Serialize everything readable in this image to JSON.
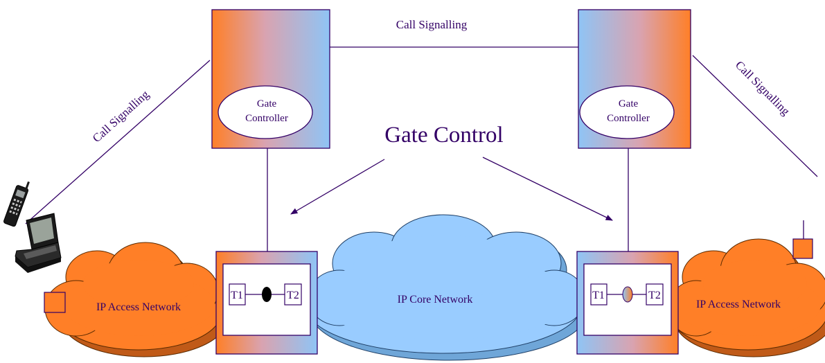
{
  "labels": {
    "call_signalling_top": "Call Signalling",
    "call_signalling_left": "Call Signalling",
    "call_signalling_right": "Call Signalling",
    "gate_control": "Gate Control",
    "gc_left_line1": "Gate",
    "gc_left_line2": "Controller",
    "gc_right_line1": "Gate",
    "gc_right_line2": "Controller",
    "ip_access_left": "IP Access Network",
    "ip_core": "IP Core Network",
    "ip_access_right": "IP Access Network",
    "t1_left": "T1",
    "t2_left": "T2",
    "t1_right": "T1",
    "t2_right": "T2"
  },
  "colors": {
    "orange": "#ff7f27",
    "blue": "#99ccff",
    "line": "#330066",
    "text": "#330066"
  }
}
